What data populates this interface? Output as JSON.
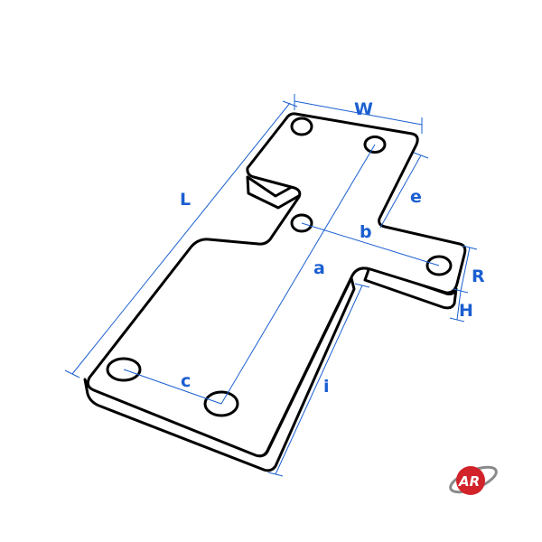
{
  "labels": {
    "W": "W",
    "L": "L",
    "e": "e",
    "b": "b",
    "a": "a",
    "R": "R",
    "H": "H",
    "c": "c",
    "i": "i"
  },
  "logo": {
    "text": "AR"
  },
  "colors": {
    "dimension": "#1a5fd0",
    "outline": "#000000",
    "logo_red": "#d2232a",
    "logo_gray": "#8a8a8a"
  }
}
